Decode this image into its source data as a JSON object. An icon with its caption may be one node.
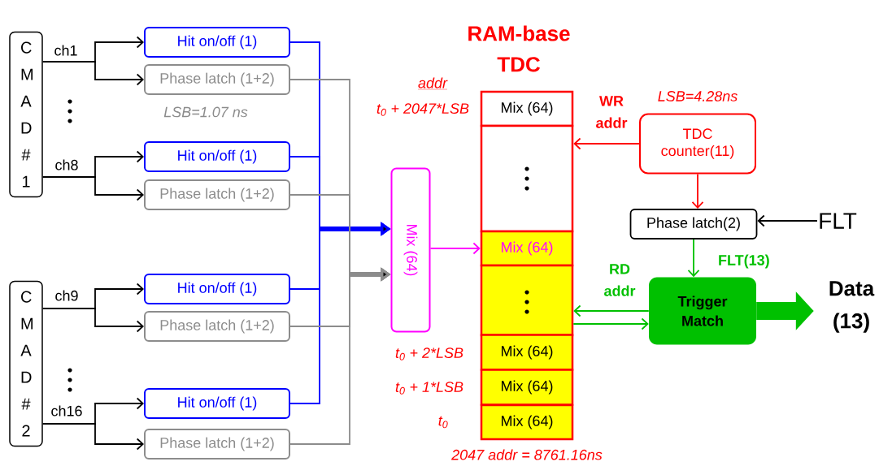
{
  "diagram": {
    "title": "RAM-base TDC",
    "nodes": [
      {
        "text": [
          "C M A D # 1"
        ]
      },
      {
        "text": [
          "C M A D # 2"
        ]
      },
      {
        "text": [
          "Hit on/off (1)"
        ]
      },
      {
        "text": [
          "Phase latch (1+2)"
        ]
      },
      {
        "text": [
          "Hit on/off (1)"
        ]
      },
      {
        "text": [
          "Phase latch (1+2)"
        ]
      },
      {
        "text": [
          "Hit on/off (1)"
        ]
      },
      {
        "text": [
          "Phase latch (1+2)"
        ]
      },
      {
        "text": [
          "Hit on/off (1)"
        ]
      },
      {
        "text": [
          "Phase latch (1+2)"
        ]
      },
      {
        "text": [
          "Mix (64)"
        ]
      },
      {
        "text": [
          "Mix (64)"
        ]
      },
      {
        "text": [],
        "shape": "box"
      },
      {
        "text": [
          "Mix (64)"
        ]
      },
      {
        "text": [],
        "shape": "box"
      },
      {
        "text": [
          "Mix (64)"
        ]
      },
      {
        "text": [
          "Mix (64)"
        ]
      },
      {
        "text": [
          "Mix (64)"
        ]
      },
      {
        "text": [
          "TDC counter(11)"
        ],
        "beside": [
          "LSB=4.28ns"
        ]
      },
      {
        "text": [
          "Phase latch(2)"
        ]
      },
      {
        "text": [
          "FLT"
        ]
      },
      {
        "text": [
          "Trigger Match"
        ]
      },
      {
        "text": [
          "Data (13)"
        ]
      }
    ],
    "edges": [
      {
        "from": 0,
        "to": 2,
        "arrow": "to",
        "label": "ch1"
      },
      {
        "from": 0,
        "to": 3,
        "arrow": "to"
      },
      {
        "from": 0,
        "to": 4,
        "arrow": "to",
        "label": "ch8"
      },
      {
        "from": 0,
        "to": 5,
        "arrow": "to"
      },
      {
        "from": 1,
        "to": 6,
        "arrow": "to",
        "label": "ch9"
      },
      {
        "from": 1,
        "to": 7,
        "arrow": "to"
      },
      {
        "from": 1,
        "to": 8,
        "arrow": "to",
        "label": "ch16"
      },
      {
        "from": 1,
        "to": 9,
        "arrow": "to"
      },
      {
        "from": 2,
        "to": 10,
        "arrow": "to",
        "color": "#0000ff"
      },
      {
        "from": 4,
        "to": 10,
        "arrow": "to",
        "color": "#0000ff"
      },
      {
        "from": 6,
        "to": 10,
        "arrow": "to",
        "color": "#0000ff"
      },
      {
        "from": 8,
        "to": 10,
        "arrow": "to",
        "color": "#0000ff"
      },
      {
        "from": 3,
        "to": 10,
        "arrow": "to",
        "color": "#8c8c8c"
      },
      {
        "from": 5,
        "to": 10,
        "arrow": "to",
        "color": "#8c8c8c"
      },
      {
        "from": 7,
        "to": 10,
        "arrow": "to",
        "color": "#8c8c8c"
      },
      {
        "from": 9,
        "to": 10,
        "arrow": "to",
        "color": "#8c8c8c"
      },
      {
        "from": 10,
        "to": 13,
        "arrow": "to",
        "color": "#ff00ff"
      },
      {
        "from": 18,
        "to": 12,
        "arrow": "to",
        "label": "WR addr",
        "color": "#ff0000"
      },
      {
        "from": 18,
        "to": 19,
        "arrow": "to",
        "color": "#ff0000"
      },
      {
        "from": 20,
        "to": 19,
        "arrow": "to"
      },
      {
        "from": 19,
        "to": 21,
        "arrow": "to",
        "label": "FLT(13)",
        "color": "#00c000"
      },
      {
        "from": 21,
        "to": 14,
        "arrow": "to",
        "label": "RD addr",
        "color": "#00c000"
      },
      {
        "from": 14,
        "to": 21,
        "arrow": "to",
        "color": "#00c000"
      },
      {
        "from": 21,
        "to": 22,
        "arrow": "to",
        "style": "thick",
        "color": "#00c000"
      }
    ],
    "labels": [
      "addr",
      "t$_{0}$ + 2047*LSB",
      "LSB=1.07 ns",
      "t$_{0}$ + 2*LSB",
      "t$_{0}$ + 1*LSB",
      "t$_{0}$",
      "2047 addr = 8761.16ns"
    ]
  }
}
